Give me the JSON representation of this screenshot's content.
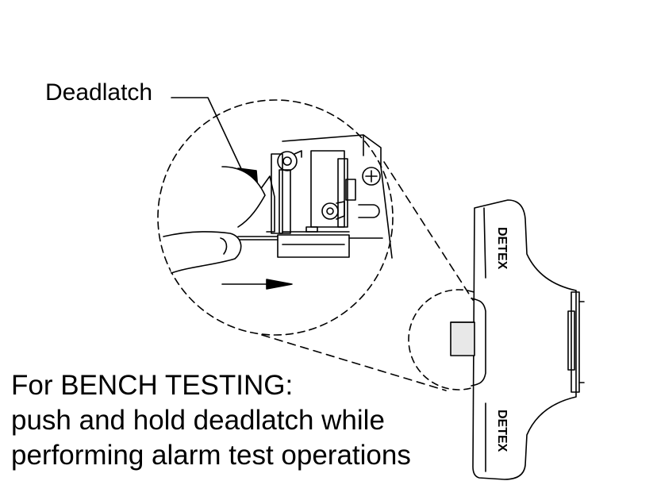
{
  "callout": {
    "label": "Deadlatch"
  },
  "instructions": {
    "line1": "For BENCH TESTING:",
    "line2": "push and hold deadlatch while",
    "line3": "performing alarm test operations"
  },
  "device": {
    "brand_mark": "DETEX"
  },
  "colors": {
    "ink": "#000000",
    "fill_gray": "#e8e8e8",
    "background": "#ffffff"
  }
}
